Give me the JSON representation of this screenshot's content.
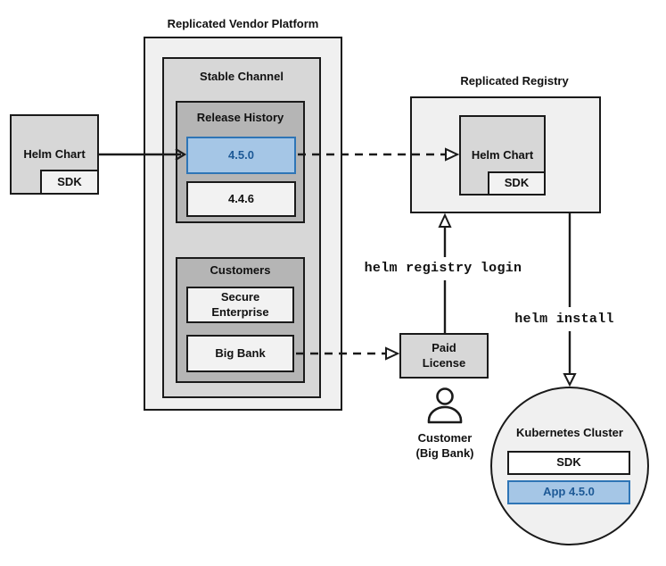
{
  "source_chart": {
    "label": "Helm Chart",
    "sdk": "SDK"
  },
  "platform": {
    "title": "Replicated Vendor Platform",
    "stable_channel": {
      "title": "Stable Channel",
      "release_history": {
        "title": "Release History",
        "releases": [
          {
            "version": "4.5.0",
            "highlighted": true
          },
          {
            "version": "4.4.6",
            "highlighted": false
          }
        ]
      },
      "customers": {
        "title": "Customers",
        "items": [
          {
            "name": "Secure\nEnterprise"
          },
          {
            "name": "Big Bank"
          }
        ]
      }
    }
  },
  "registry": {
    "title": "Replicated Registry",
    "helm_chart": {
      "label": "Helm Chart",
      "sdk": "SDK"
    }
  },
  "paid_license": {
    "label": "Paid\nLicense"
  },
  "customer_caption": {
    "label": "Customer\n(Big Bank)"
  },
  "commands": {
    "registry_login": "helm registry login",
    "install": "helm install"
  },
  "kubernetes": {
    "title": "Kubernetes Cluster",
    "sdk": "SDK",
    "app": "App 4.5.0"
  },
  "colors": {
    "highlight_fill": "#a5c6e6",
    "highlight_border": "#2e75b6",
    "highlight_text": "#1d5996",
    "box_border": "#1a1a1a"
  }
}
